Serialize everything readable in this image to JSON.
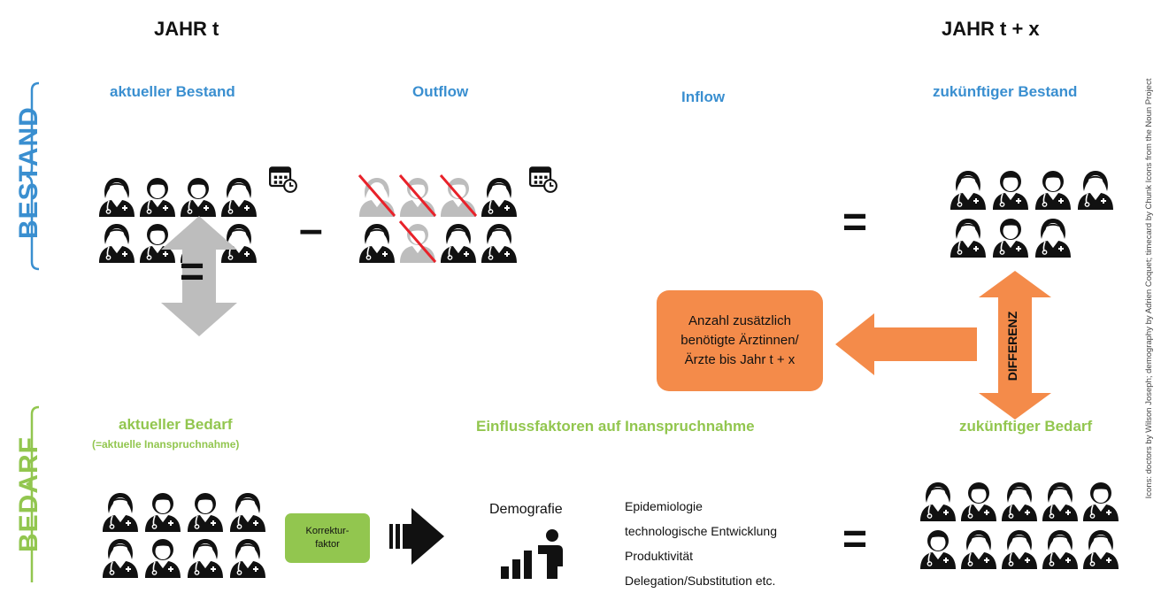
{
  "headers": {
    "year_t": "JAHR t",
    "year_tx": "JAHR t + x"
  },
  "sections": {
    "bestand": "BESTAND",
    "bedarf": "BEDARF"
  },
  "stock": {
    "current": "aktueller Bestand",
    "outflow": "Outflow",
    "inflow": "Inflow",
    "future": "zukünftiger Bestand"
  },
  "demand": {
    "current": "aktueller Bedarf",
    "current_note": "(=aktuelle Inanspruchnahme)",
    "factors_title": "Einflussfaktoren auf Inanspruchnahme",
    "future": "zukünftiger Bedarf",
    "correction_line1": "Korrektur-",
    "correction_line2": "faktor",
    "demography": "Demografie",
    "factors": [
      "Epidemiologie",
      "technologische Entwicklung",
      "Produktivität",
      "Delegation/Substitution etc."
    ]
  },
  "operators": {
    "minus": "–",
    "equals": "="
  },
  "difference": {
    "label": "DIFFERENZ",
    "box_line1": "Anzahl zusätzlich",
    "box_line2": "benötigte Ärztinnen/",
    "box_line3": "Ärzte bis Jahr t + x"
  },
  "credit": "Icons: doctors by Wilson Joseph; demography by Adrien Coquet; timecard by Chunk Icons from the Noun Project",
  "colors": {
    "blue": "#3a8fd0",
    "green": "#92c64f",
    "orange": "#f48b4a",
    "gray": "#bdbdbd",
    "red": "#e8222a"
  }
}
